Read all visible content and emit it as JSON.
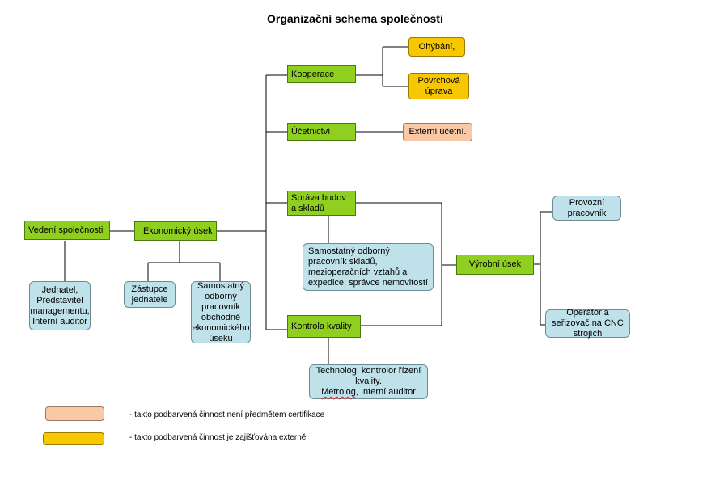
{
  "title": "Organizační schema společnosti",
  "nodes": {
    "vedeni": "Vedení společnosti",
    "ekonomicky": "Ekonomický úsek",
    "kooperace": "Kooperace",
    "ucetnictvi": "Účetnictví",
    "sprava": "Správa budov a skladů",
    "kontrola": "Kontrola kvality",
    "vyrobni": "Výrobní úsek",
    "ohybani": "Ohýbání,",
    "povrchova": "Povrchová úprava",
    "externi": "Externí účetní.",
    "jednatel": "Jednatel, Představitel managementu, Interní auditor",
    "zastupce": "Zástupce jednatele",
    "samostatny_obch": "Samostatný odborný pracovník obchodně ekonomického úseku",
    "samostatny_sklad": "Samostatný odborný pracovník skladů, mezioperačních vztahů a expedice, správce nemovitostí",
    "technolog": "Technolog, kontrolor řízení kvality.",
    "metrolog_word": "Metrolog",
    "metrolog_rest": ", Interní auditor",
    "provozni": "Provozní pracovník",
    "operator": "Operátor a seřizovač na CNC strojích"
  },
  "legend": {
    "peach_text": "-  takto podbarvená činnost není předmětem certifikace",
    "orange_text": "-  takto podbarvená činnost je zajišťována externě"
  },
  "colors": {
    "green": "#8fcf1f",
    "light_blue": "#bfe2ea",
    "orange": "#f7c800",
    "peach": "#f9c8a4"
  }
}
